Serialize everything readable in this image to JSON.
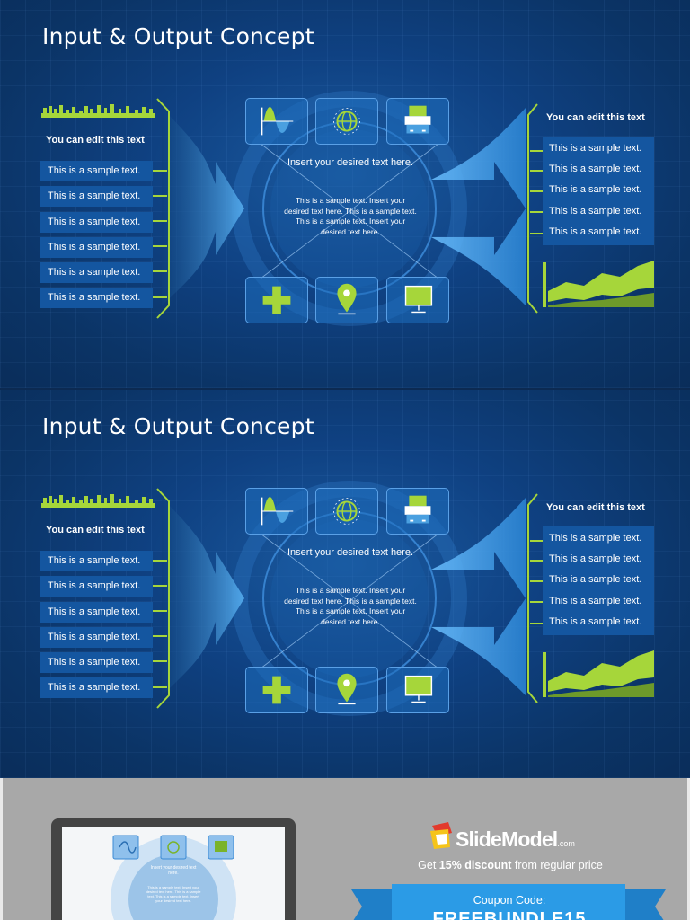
{
  "slides": [
    {
      "title": "Input & Output Concept",
      "left_heading": "You can edit this text",
      "left_items": [
        "This is a sample text.",
        "This is a sample text.",
        "This is a sample text.",
        "This is a sample text.",
        "This is a sample text.",
        "This is a sample text."
      ],
      "right_heading": "You can edit this text",
      "right_items": [
        "This is a sample text.",
        "This is a sample text.",
        "This is a sample text.",
        "This is a sample text.",
        "This is a sample text."
      ],
      "center_title": "Insert your desired text here.",
      "center_body": "This is a sample text. Insert your desired text here. This is a sample text. This is a sample text. Insert your desired text here."
    },
    {
      "title": "Input & Output Concept",
      "left_heading": "You can edit this text",
      "left_items": [
        "This is a sample text.",
        "This is a sample text.",
        "This is a sample text.",
        "This is a sample text.",
        "This is a sample text.",
        "This is a sample text."
      ],
      "right_heading": "You can edit this text",
      "right_items": [
        "This is a sample text.",
        "This is a sample text.",
        "This is a sample text.",
        "This is a sample text.",
        "This is a sample text."
      ],
      "center_title": "Insert your desired text here.",
      "center_body": "This is a sample text. Insert your desired text here. This is a sample text. This is a sample text. Insert your desired text here."
    }
  ],
  "icons": [
    "wave-chart-icon",
    "globe-icon",
    "printer-icon",
    "cross-icon",
    "map-pin-icon",
    "monitor-icon"
  ],
  "colors": {
    "background": "#0c2a52",
    "accent_green": "#a6d63a",
    "box_blue": "#1456a0",
    "arrow_blue": "#4aa0e0",
    "promo_gray": "#a8a8a8",
    "ribbon_blue": "#2b9be6",
    "logo_red": "#e23a2c",
    "logo_yellow": "#f5c41a"
  },
  "promo": {
    "logo_text": "SlideModel",
    "logo_suffix": ".com",
    "discount_prefix": "Get ",
    "discount_value": "15%",
    "discount_word": " discount",
    "discount_suffix": " from regular price",
    "coupon_label": "Coupon Code:",
    "coupon_code": "FREEBUNDLE15",
    "preview_center_title": "Insert your desired text here.",
    "preview_center_body": "This is a sample text. Insert your desired text here. This is a sample text. This is a sample text. Insert your desired text here."
  }
}
